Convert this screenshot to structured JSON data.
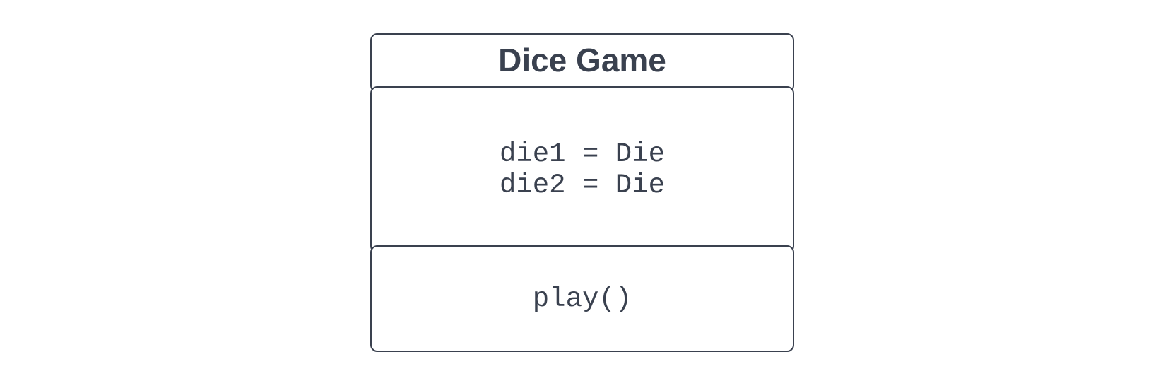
{
  "class": {
    "name": "Dice Game",
    "attributes": [
      "die1 = Die",
      "die2 = Die"
    ],
    "operations": [
      "play()"
    ]
  },
  "colors": {
    "stroke": "#3a414f",
    "text": "#3a414f",
    "fill": "#ffffff",
    "background": "#ffffff"
  }
}
